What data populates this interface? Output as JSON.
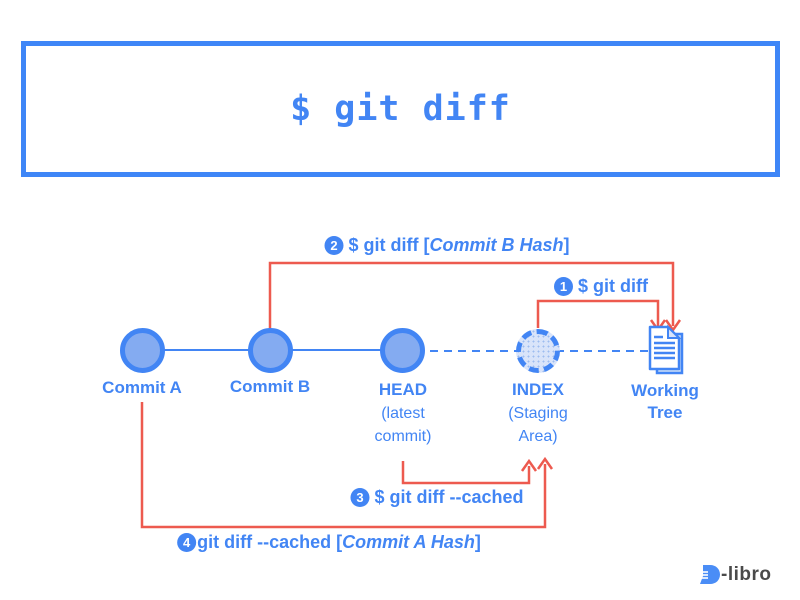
{
  "title": {
    "command": "$ git diff"
  },
  "colors": {
    "blue": "#4285f4",
    "light_blue_fill": "#84abf1",
    "index_fill": "#d9e4fa",
    "red": "#ed5a4f",
    "logo_gray": "#4a4a4a"
  },
  "nodes": [
    {
      "id": "commit-a",
      "label": "Commit A",
      "sub": ""
    },
    {
      "id": "commit-b",
      "label": "Commit B",
      "sub": ""
    },
    {
      "id": "head",
      "label": "HEAD",
      "sub": "(latest\ncommit)"
    },
    {
      "id": "index",
      "label": "INDEX",
      "sub": "(Staging\nArea)"
    },
    {
      "id": "working-tree",
      "label": "Working\nTree",
      "sub": ""
    }
  ],
  "commands": [
    {
      "num": "1",
      "prefix": "$ git diff",
      "italic": "",
      "suffix": ""
    },
    {
      "num": "2",
      "prefix": "$ git diff [",
      "italic": "Commit B Hash",
      "suffix": "]"
    },
    {
      "num": "3",
      "prefix": "$ git diff --cached",
      "italic": "",
      "suffix": ""
    },
    {
      "num": "4",
      "prefix": "git diff --cached [",
      "italic": "Commit A Hash",
      "suffix": "]"
    }
  ],
  "logo": {
    "text": "-libro"
  }
}
